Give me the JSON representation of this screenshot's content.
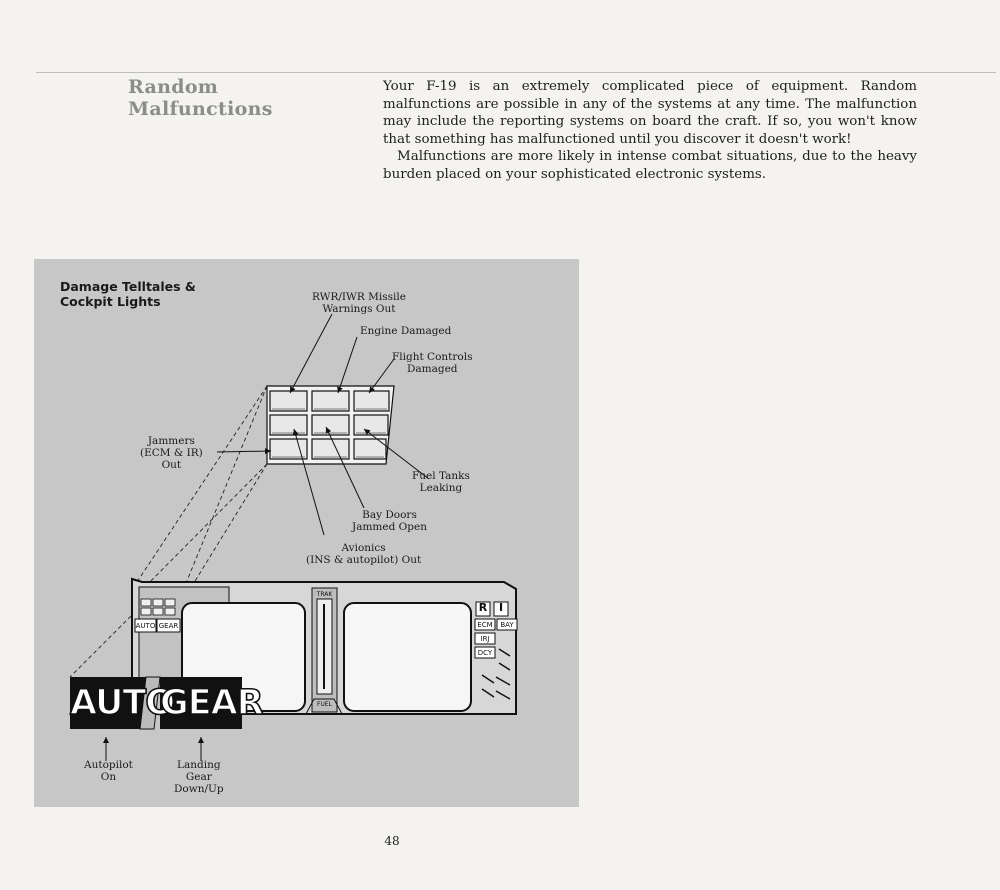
{
  "section": {
    "heading": "Random Malfunctions",
    "paragraphs": [
      "Your F-19 is an extremely complicated piece of equipment. Random malfunctions are possible in any of the systems at any time. The malfunction may include the reporting systems on board the craft. If so, you won't know that something has malfunctioned until you discover it doesn't work!",
      "Malfunctions are more likely in intense combat situations, due to the heavy burden placed on your sophisticated electronic systems."
    ]
  },
  "figure": {
    "title_line1": "Damage Telltales &",
    "title_line2": "Cockpit Lights",
    "callouts": {
      "rwr_1": "RWR/IWR Missile",
      "rwr_2": "Warnings Out",
      "engine": "Engine Damaged",
      "flight_1": "Flight Controls",
      "flight_2": "Damaged",
      "jammers_1": "Jammers",
      "jammers_2": "(ECM & IR)",
      "jammers_3": "Out",
      "fuel_1": "Fuel Tanks",
      "fuel_2": "Leaking",
      "bay_1": "Bay Doors",
      "bay_2": "Jammed Open",
      "avionics_1": "Avionics",
      "avionics_2": "(INS & autopilot) Out",
      "autopilot_1": "Autopilot",
      "autopilot_2": "On",
      "gear_1": "Landing",
      "gear_2": "Gear",
      "gear_3": "Down/Up"
    },
    "cockpit": {
      "auto_small": "AUTO",
      "gear_small": "GEAR",
      "trak": "TRAK",
      "fuel": "FUEL",
      "r": "R",
      "i": "I",
      "ecm": "ECM",
      "bay": "BAY",
      "irj": "IRJ",
      "dcy": "DCY"
    },
    "big_auto": "AUTO",
    "big_gear": "GEAR"
  },
  "page_number": "48",
  "colors": {
    "figure_bg": "#c7c7c7",
    "heading": "#8c8c8c"
  }
}
